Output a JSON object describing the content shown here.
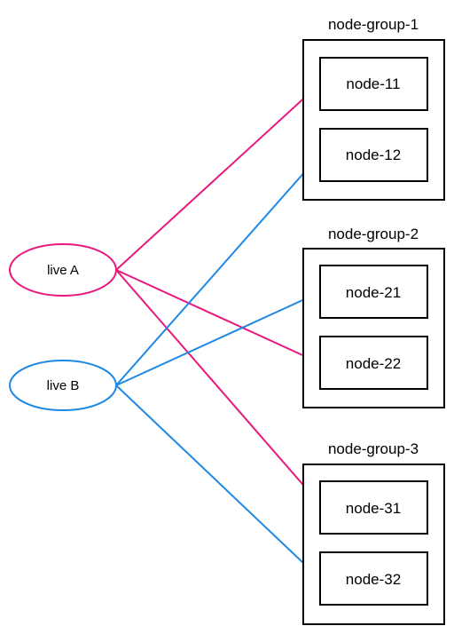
{
  "colors": {
    "live_a": "#e8197d",
    "live_b": "#1e88e5",
    "outline": "#000000"
  },
  "lives": [
    {
      "id": "live-a",
      "label": "live A"
    },
    {
      "id": "live-b",
      "label": "live B"
    }
  ],
  "groups": [
    {
      "id": "node-group-1",
      "label": "node-group-1",
      "nodes": [
        {
          "id": "node-11",
          "label": "node-11"
        },
        {
          "id": "node-12",
          "label": "node-12"
        }
      ]
    },
    {
      "id": "node-group-2",
      "label": "node-group-2",
      "nodes": [
        {
          "id": "node-21",
          "label": "node-21"
        },
        {
          "id": "node-22",
          "label": "node-22"
        }
      ]
    },
    {
      "id": "node-group-3",
      "label": "node-group-3",
      "nodes": [
        {
          "id": "node-31",
          "label": "node-31"
        },
        {
          "id": "node-32",
          "label": "node-32"
        }
      ]
    }
  ],
  "edges": [
    {
      "from": "live-a",
      "to": "node-11"
    },
    {
      "from": "live-a",
      "to": "node-22"
    },
    {
      "from": "live-a",
      "to": "node-31"
    },
    {
      "from": "live-b",
      "to": "node-12"
    },
    {
      "from": "live-b",
      "to": "node-21"
    },
    {
      "from": "live-b",
      "to": "node-32"
    }
  ]
}
